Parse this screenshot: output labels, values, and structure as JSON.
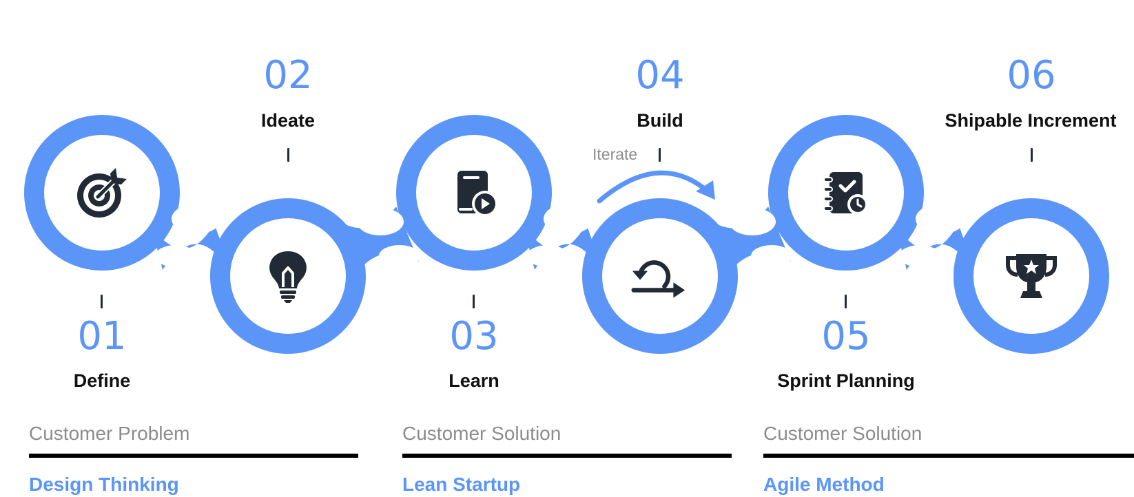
{
  "colors": {
    "accent": "#5b95f7",
    "icon": "#222a36",
    "text": "#111111",
    "muted": "#8c8c8c",
    "rule": "#000000"
  },
  "steps": [
    {
      "number": "01",
      "label": "Define",
      "icon": "target-arrow-icon"
    },
    {
      "number": "02",
      "label": "Ideate",
      "icon": "lightbulb-icon"
    },
    {
      "number": "03",
      "label": "Learn",
      "icon": "tablet-play-icon"
    },
    {
      "number": "04",
      "label": "Build",
      "icon": "iterate-loop-icon"
    },
    {
      "number": "05",
      "label": "Sprint Planning",
      "icon": "notebook-clock-icon"
    },
    {
      "number": "06",
      "label": "Shipable Increment",
      "icon": "trophy-star-icon"
    }
  ],
  "iterate_label": "Iterate",
  "groups": [
    {
      "subtitle": "Customer Problem",
      "title": "Design Thinking"
    },
    {
      "subtitle": "Customer Solution",
      "title": "Lean Startup"
    },
    {
      "subtitle": "Customer Solution",
      "title": "Agile Method"
    }
  ]
}
